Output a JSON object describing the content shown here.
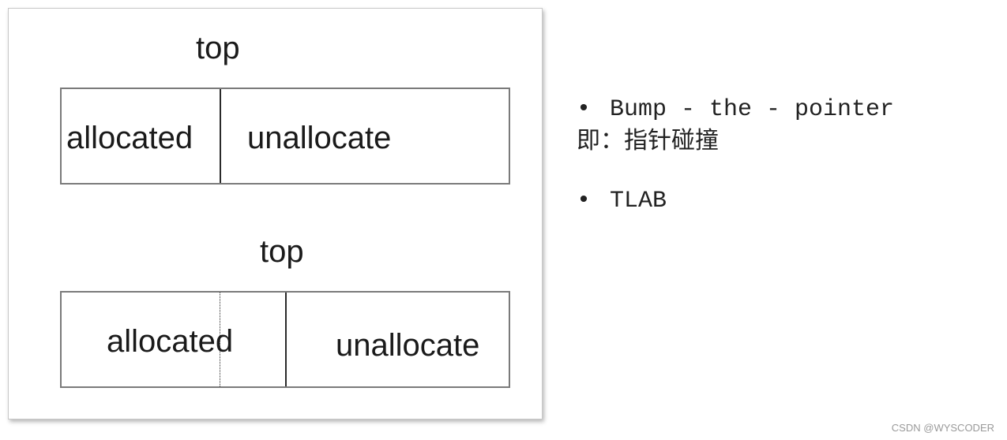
{
  "diagram": {
    "upper": {
      "top_label": "top",
      "allocated_label": "allocated",
      "unallocated_label": "unallocate"
    },
    "lower": {
      "top_label": "top",
      "allocated_label": "allocated",
      "unallocated_label": "unallocate"
    }
  },
  "notes": {
    "bullet_symbol": "•",
    "items": [
      {
        "title": "Bump - the - pointer",
        "subtitle": "即：指针碰撞"
      },
      {
        "title": "TLAB"
      }
    ]
  },
  "watermark": "CSDN @WYSCODER"
}
